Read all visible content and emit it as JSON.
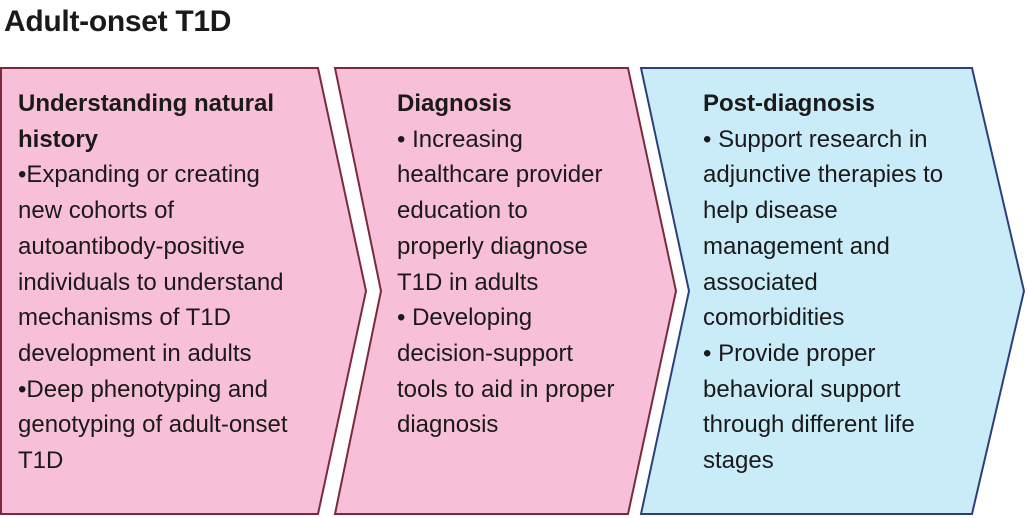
{
  "title": "Adult-onset T1D",
  "colors": {
    "pink_fill": "#f8bfd8",
    "pink_stroke": "#7a2a3c",
    "blue_fill": "#c9ecf8",
    "blue_stroke": "#2d3f7a"
  },
  "stages": [
    {
      "heading_lines": [
        "Understanding natural",
        "history"
      ],
      "bullets": [
        [
          "•Expanding or creating",
          "new cohorts of",
          "autoantibody-positive",
          "individuals to understand",
          "mechanisms of T1D",
          "development in adults"
        ],
        [
          "•Deep phenotyping and",
          "genotyping of adult-onset",
          "T1D"
        ]
      ]
    },
    {
      "heading_lines": [
        "Diagnosis"
      ],
      "bullets": [
        [
          "• Increasing",
          "healthcare provider",
          "education to",
          "properly diagnose",
          "T1D in adults"
        ],
        [
          "• Developing",
          "decision-support",
          "tools to aid in proper",
          "diagnosis"
        ]
      ]
    },
    {
      "heading_lines": [
        "Post-diagnosis"
      ],
      "bullets": [
        [
          "• Support research in",
          "adjunctive therapies to",
          "help disease",
          "management and",
          "associated",
          "comorbidities"
        ],
        [
          "• Provide proper",
          "behavioral support",
          "through different life",
          "stages"
        ]
      ]
    }
  ]
}
